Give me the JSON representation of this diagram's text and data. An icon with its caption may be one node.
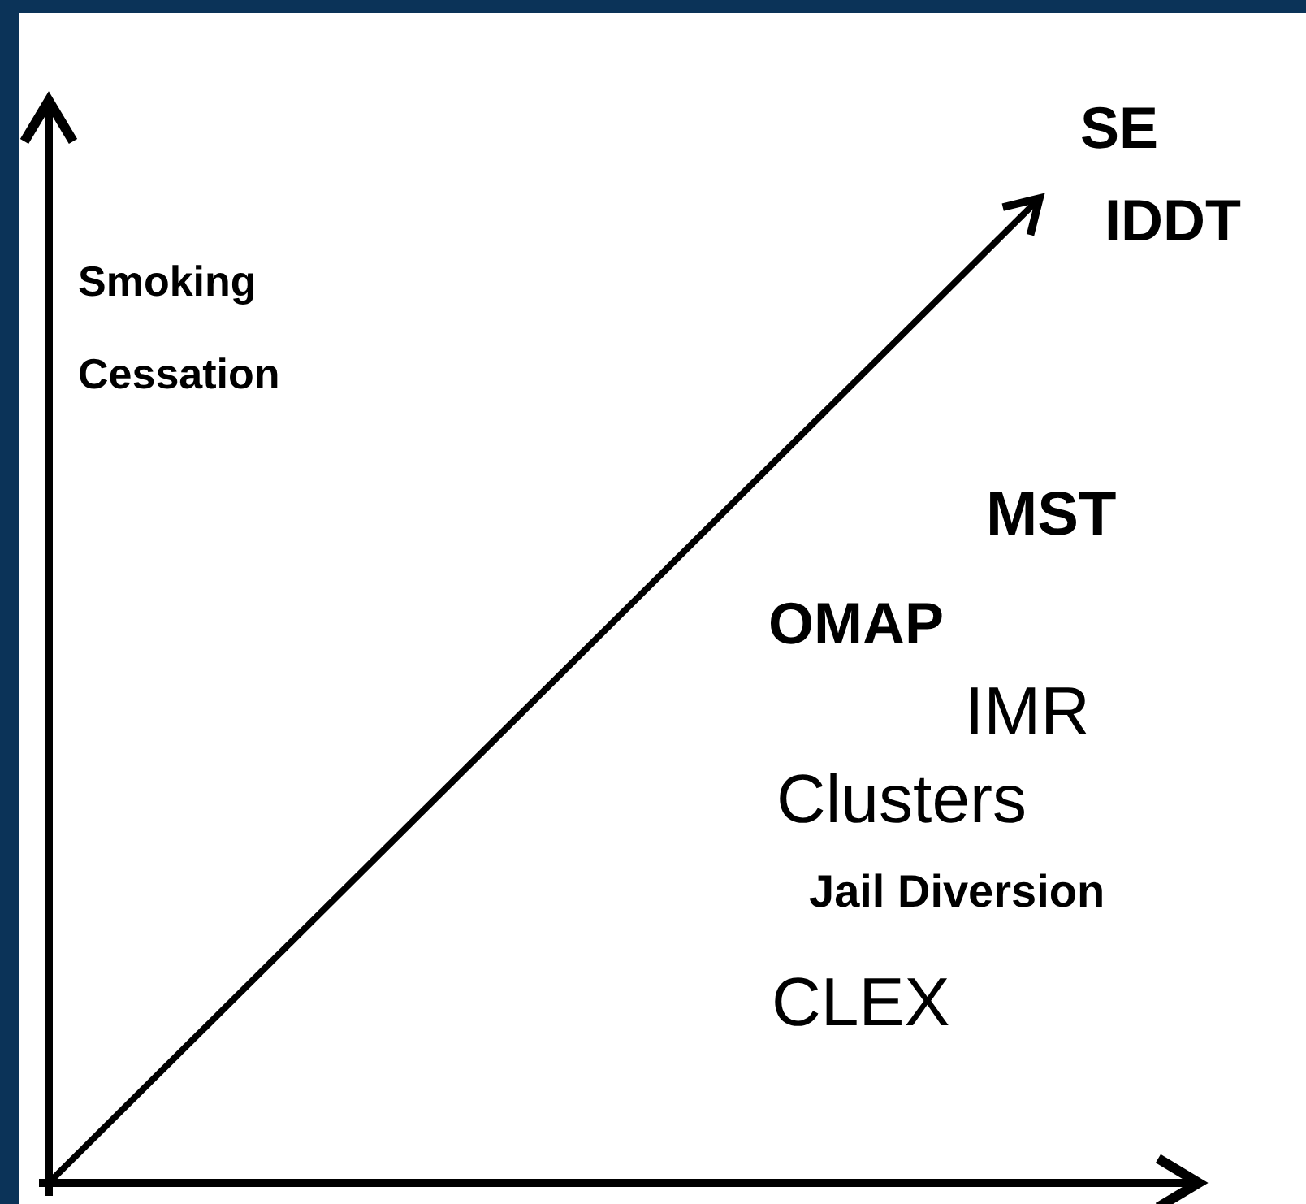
{
  "diagram": {
    "labels": [
      "SE",
      "IDDT",
      "Smoking Cessation",
      "MST",
      "OMAP",
      "IMR",
      "Clusters",
      "Jail Diversion",
      "CLEX"
    ]
  }
}
